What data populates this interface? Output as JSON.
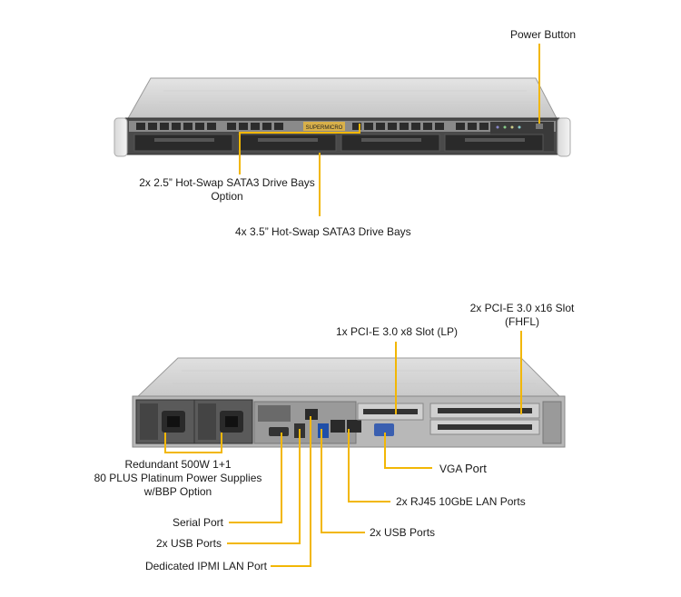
{
  "front": {
    "labels": {
      "power_button": "Power Button",
      "drive_25_line1": "2x 2.5” Hot-Swap  SATA3 Drive Bays",
      "drive_25_line2": "Option",
      "drive_35": "4x 3.5” Hot-Swap  SATA3 Drive Bays"
    },
    "logo_text": "SUPERMICRO"
  },
  "rear": {
    "labels": {
      "pcie_x16_line1": "2x PCI-E 3.0 x16 Slot",
      "pcie_x16_line2": "(FHFL)",
      "pcie_x8": "1x PCI-E 3.0 x8 Slot (LP)",
      "psu_line1": "Redundant  500W 1+1",
      "psu_line2": "80 PLUS Platinum  Power Supplies",
      "psu_line3": "w/BBP Option",
      "vga_prefix": "VGA ",
      "vga_word": "Port",
      "rj45": "2x RJ45  10GbE LAN Ports",
      "usb_right": "2x USB Ports",
      "serial": "Serial Port",
      "usb_left": "2x USB Ports",
      "ipmi": "Dedicated IPMI  LAN Port"
    }
  },
  "colors": {
    "callout": "#f2b705",
    "chassis": "#b8b8b8",
    "bay": "#2a2a2a"
  }
}
